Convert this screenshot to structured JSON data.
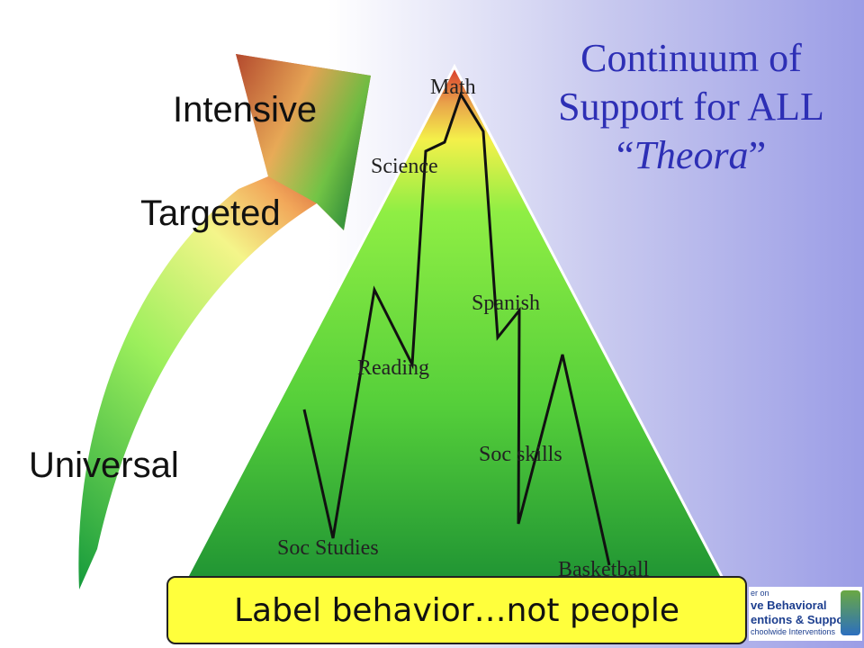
{
  "title": {
    "line1": "Continuum of",
    "line2": "Support for ALL",
    "quote_open": "“",
    "name": "Theora",
    "quote_close": "”"
  },
  "tiers": {
    "intensive": "Intensive",
    "targeted": "Targeted",
    "universal": "Universal"
  },
  "subjects": {
    "math": "Math",
    "science": "Science",
    "spanish": "Spanish",
    "reading": "Reading",
    "soc_skills": "Soc skills",
    "soc_studies": "Soc Studies",
    "basketball": "Basketball"
  },
  "banner": "Label behavior…not people",
  "logo": {
    "line1": "er on",
    "line2": "ve Behavioral",
    "line3": "entions & Supports",
    "line4": "choolwide Interventions"
  },
  "colors": {
    "title": "#2d2fb5",
    "banner_fill": "#ffff3c",
    "pyramid_top": "#e8402a",
    "pyramid_mid": "#7ee83e",
    "pyramid_bottom": "#1f9a35"
  }
}
